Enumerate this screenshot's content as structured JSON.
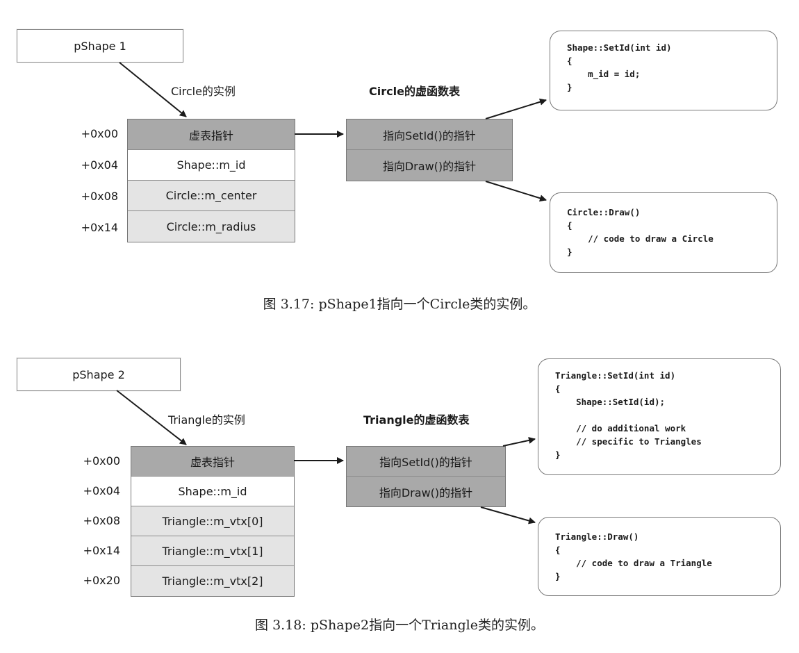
{
  "figure1": {
    "pointer_label": "pShape 1",
    "instance_label": "Circle的实例",
    "vtable_title": "Circle的虚函数表",
    "offsets": [
      "+0x00",
      "+0x04",
      "+0x08",
      "+0x14"
    ],
    "rows": [
      {
        "label": "虚表指针",
        "shade": "dark"
      },
      {
        "label": "Shape::m_id",
        "shade": "white"
      },
      {
        "label": "Circle::m_center",
        "shade": "light"
      },
      {
        "label": "Circle::m_radius",
        "shade": "light"
      }
    ],
    "vtable": [
      "指向SetId()的指针",
      "指向Draw()的指针"
    ],
    "code_setid": [
      "Shape::SetId(int id)",
      "{",
      "    m_id = id;",
      "}"
    ],
    "code_draw": [
      "Circle::Draw()",
      "{",
      "    // code to draw a Circle",
      "}"
    ],
    "caption": "图 3.17: pShape1指向一个Circle类的实例。"
  },
  "figure2": {
    "pointer_label": "pShape 2",
    "instance_label": "Triangle的实例",
    "vtable_title": "Triangle的虚函数表",
    "offsets": [
      "+0x00",
      "+0x04",
      "+0x08",
      "+0x14",
      "+0x20"
    ],
    "rows": [
      {
        "label": "虚表指针",
        "shade": "dark"
      },
      {
        "label": "Shape::m_id",
        "shade": "white"
      },
      {
        "label": "Triangle::m_vtx[0]",
        "shade": "light"
      },
      {
        "label": "Triangle::m_vtx[1]",
        "shade": "light"
      },
      {
        "label": "Triangle::m_vtx[2]",
        "shade": "light"
      }
    ],
    "vtable": [
      "指向SetId()的指针",
      "指向Draw()的指针"
    ],
    "code_setid": [
      "Triangle::SetId(int id)",
      "{",
      "    Shape::SetId(id);",
      "",
      "    // do additional work",
      "    // specific to Triangles",
      "}"
    ],
    "code_draw": [
      "Triangle::Draw()",
      "{",
      "    // code to draw a Triangle",
      "}"
    ],
    "caption": "图 3.18: pShape2指向一个Triangle类的实例。"
  },
  "colors": {
    "dark_cell": "#a9a9a9",
    "light_cell": "#e4e4e4",
    "border": "#777777",
    "arrow": "#1a1a1a"
  }
}
